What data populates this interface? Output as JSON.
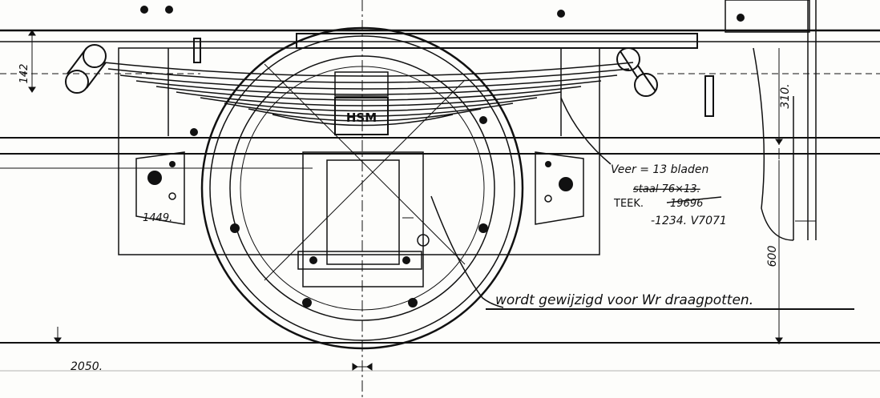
{
  "dimensions": {
    "left_height": "142",
    "right_upper": "310.",
    "right_lower": "600",
    "ground_length": "2050.",
    "axle_offset": "1449."
  },
  "labels": {
    "plate": "HSM",
    "spring_line1": "Veer = 13 bladen",
    "spring_line2": "staal 76×13.",
    "drawing_prefix": "TEEK.",
    "drawing_old": "19696",
    "drawing_new": "-1234. V7071",
    "revision_note": "wordt gewijzigd voor Wr draagpotten."
  },
  "colors": {
    "ink": "#111111",
    "paper": "#fdfdfb"
  }
}
